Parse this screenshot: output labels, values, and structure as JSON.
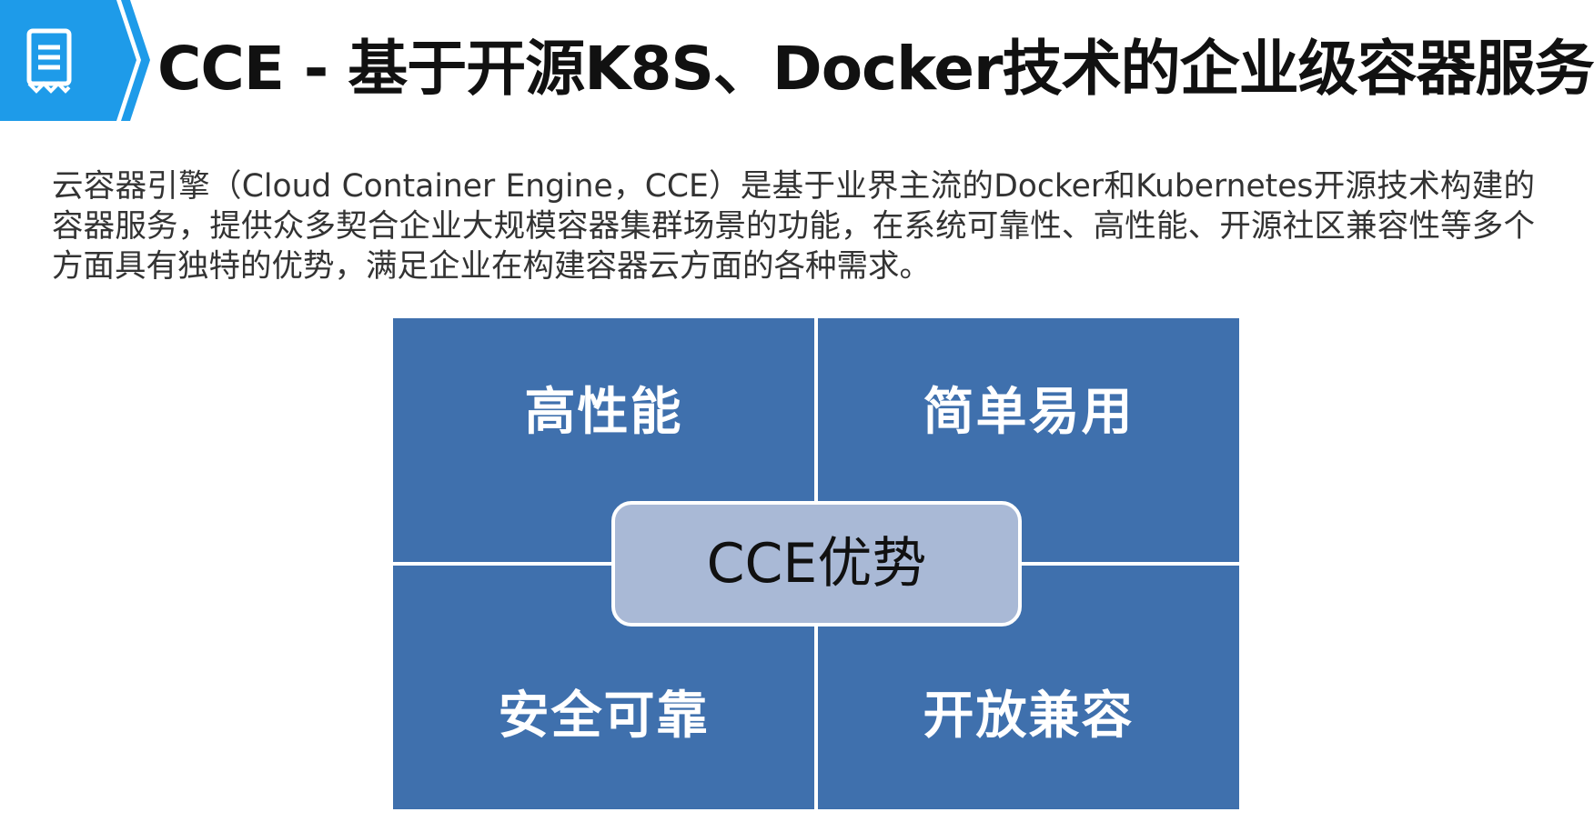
{
  "header": {
    "icon": "document-list-icon",
    "title": "CCE - 基于开源K8S、Docker技术的企业级容器服务"
  },
  "intro": {
    "text": "云容器引擎（Cloud Container Engine，CCE）是基于业界主流的Docker和Kubernetes开源技术构建的容器服务，提供众多契合企业大规模容器集群场景的功能，在系统可靠性、高性能、开源社区兼容性等多个方面具有独特的优势，满足企业在构建容器云方面的各种需求。"
  },
  "diagram": {
    "center": "CCE优势",
    "quadrants": {
      "top_left": "高性能",
      "top_right": "简单易用",
      "bottom_left": "安全可靠",
      "bottom_right": "开放兼容"
    }
  },
  "colors": {
    "accent": "#1e9be9",
    "quadrant": "#3f70ad",
    "center_box": "#a9b9d6",
    "title_text": "#111111",
    "body_text": "#333333"
  }
}
